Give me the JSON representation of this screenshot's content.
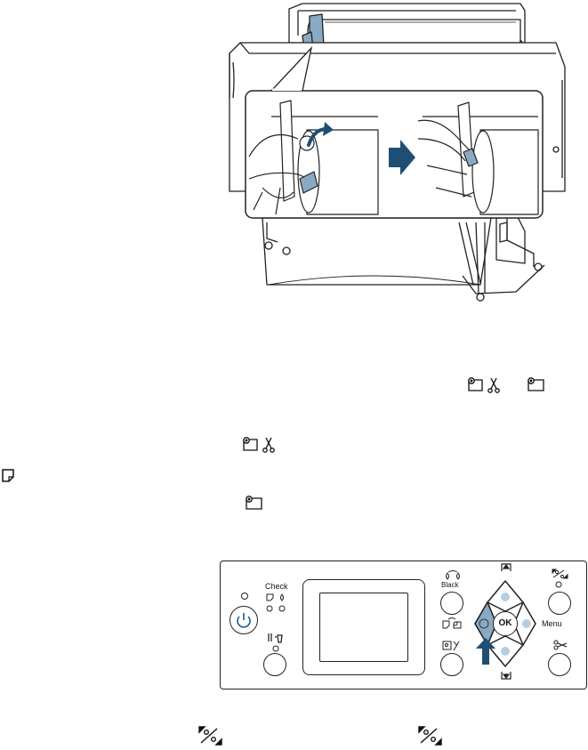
{
  "panel": {
    "check_label": "Check",
    "black_label": "Black",
    "ok_label": "OK",
    "menu_label": "Menu"
  }
}
